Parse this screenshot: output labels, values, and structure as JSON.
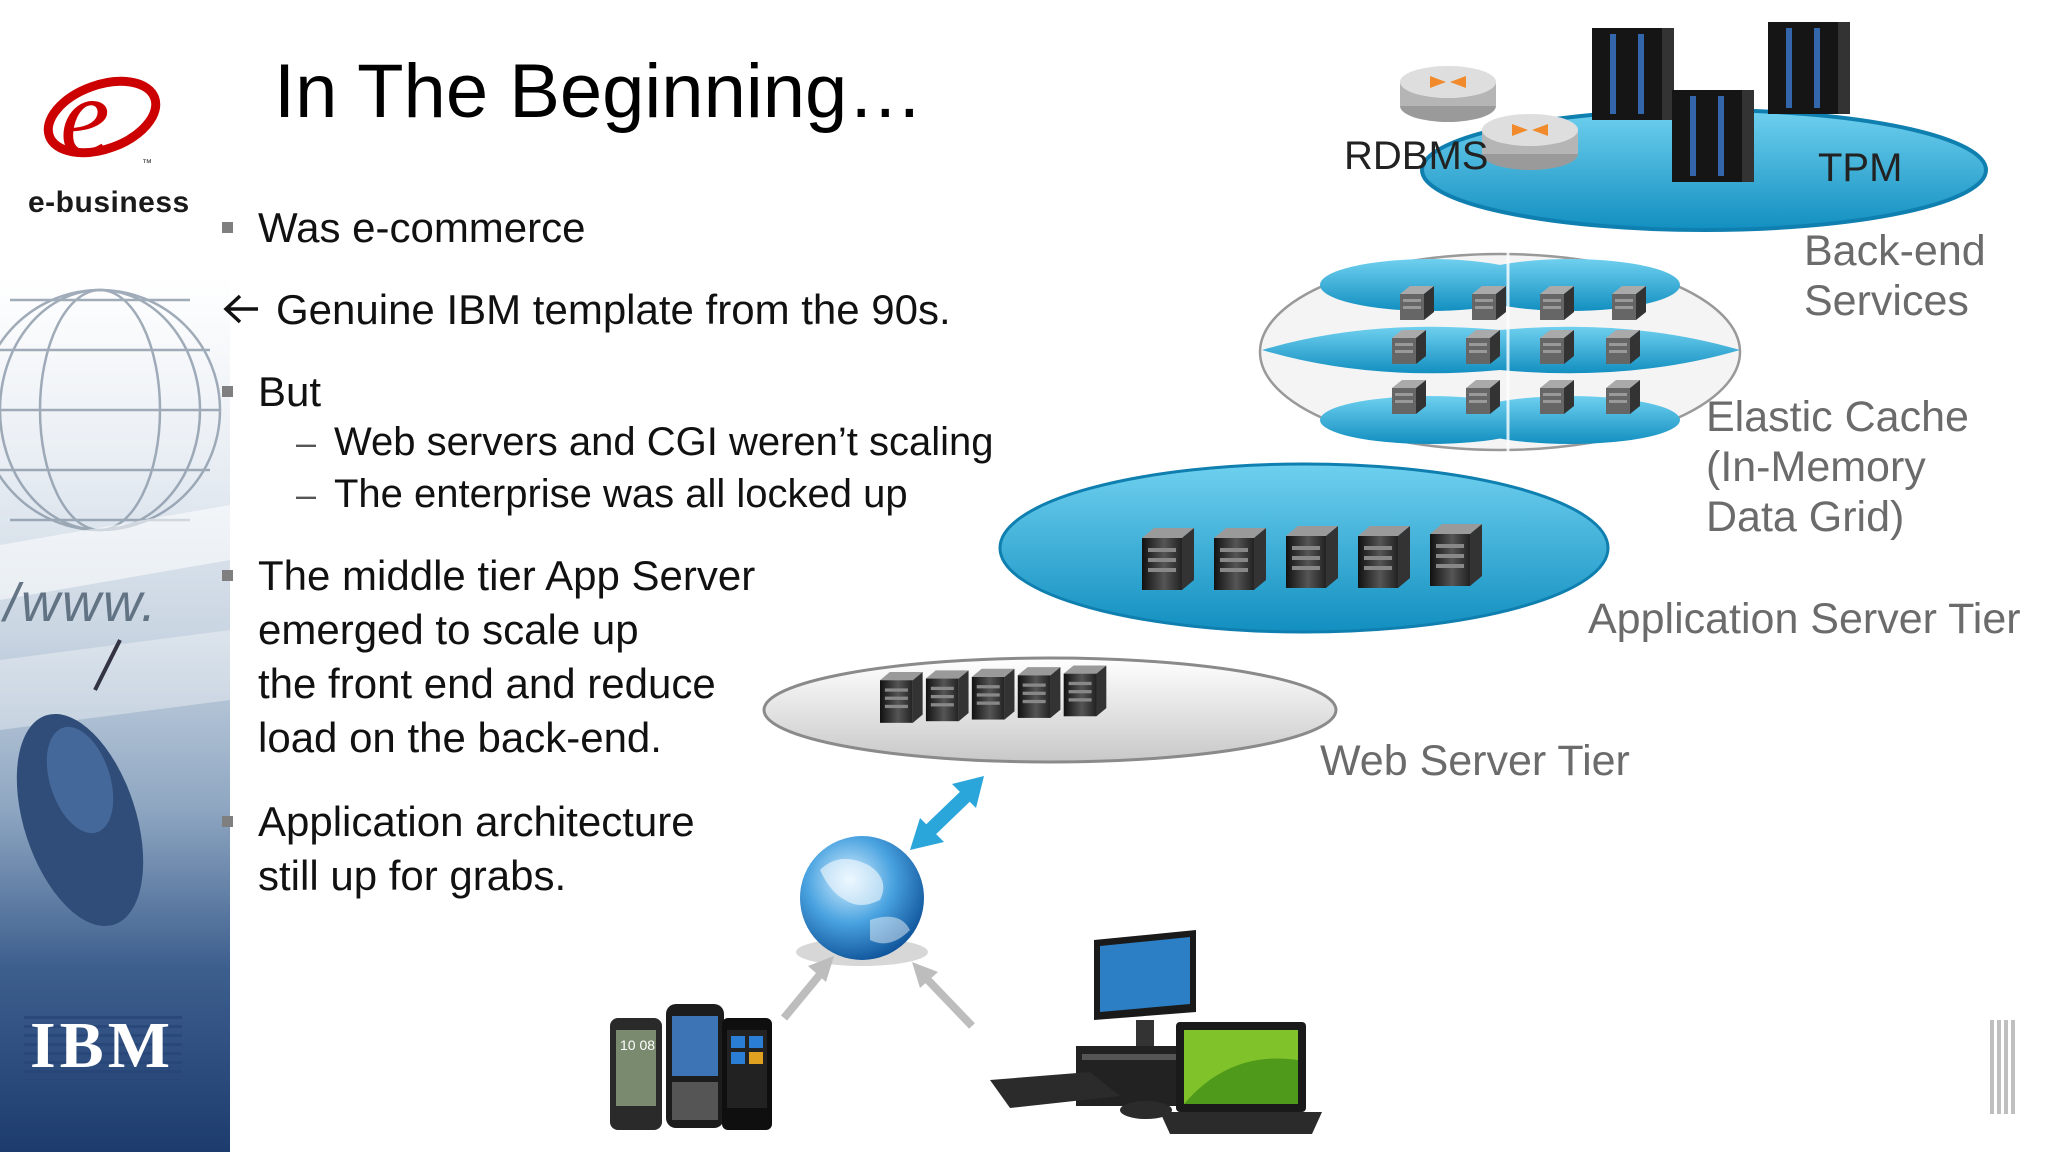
{
  "slide": {
    "title": "In The Beginning…",
    "bullets": [
      {
        "type": "square",
        "text": "Was e-commerce"
      },
      {
        "type": "arrow",
        "text": "Genuine IBM template from the 90s."
      },
      {
        "type": "square",
        "text": "But"
      },
      {
        "type": "dash",
        "text": "Web servers and CGI weren’t scaling"
      },
      {
        "type": "dash",
        "text": "The enterprise was all locked up"
      },
      {
        "type": "square",
        "lines": [
          "The middle tier App Server",
          "emerged to scale up",
          "the front end and reduce",
          "load on the back-end."
        ]
      },
      {
        "type": "square",
        "lines": [
          "Application architecture",
          "still up for grabs."
        ]
      }
    ]
  },
  "banner": {
    "brand_text": "e-business",
    "web_text": "/www.",
    "company": "IBM"
  },
  "diagram": {
    "tiers": {
      "backend": {
        "label_lines": [
          "Back-end",
          "Services"
        ],
        "db_label": "RDBMS",
        "tpm_label": "TPM"
      },
      "cache": {
        "label_lines": [
          "Elastic Cache",
          "(In-Memory",
          "Data Grid)"
        ]
      },
      "app": {
        "label": "Application Server Tier"
      },
      "web": {
        "label": "Web Server Tier"
      }
    },
    "phone_screen_text": "10 08",
    "colors": {
      "tier_blue": "#1ba0cf",
      "tier_gray": "#d9d9d9",
      "accent_red": "#cc0000"
    }
  }
}
